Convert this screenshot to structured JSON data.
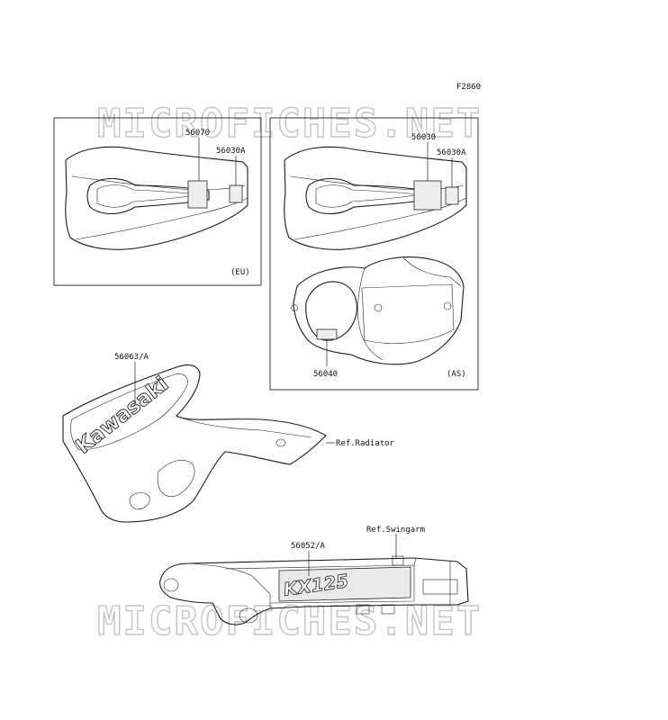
{
  "figure_code": "F2860",
  "watermark": "MICROFICHES.NET",
  "labels": {
    "eu_part_a": "56070",
    "eu_part_b": "56030A",
    "eu_region": "(EU)",
    "as_part_a": "56030",
    "as_part_b": "56030A",
    "as_part_c": "56040",
    "as_region": "(AS)",
    "shroud_part": "56063/A",
    "shroud_ref": "Ref.Radiator",
    "shroud_logo": "Kawasaki",
    "swingarm_part": "56052/A",
    "swingarm_ref": "Ref.Swingarm",
    "swingarm_logo": "KX125"
  }
}
